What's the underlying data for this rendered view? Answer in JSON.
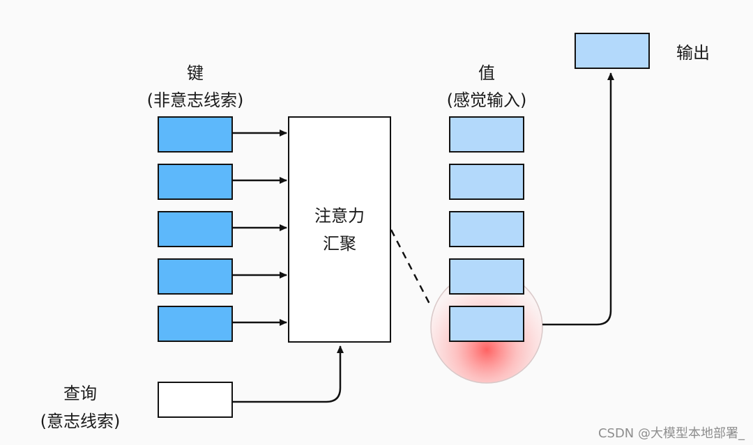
{
  "keys": {
    "title": "键",
    "subtitle": "(非意志线索)"
  },
  "values": {
    "title": "值",
    "subtitle": "(感觉输入)"
  },
  "query": {
    "title": "查询",
    "subtitle": "(意志线索)"
  },
  "attention_pooling": {
    "line1": "注意力",
    "line2": "汇聚"
  },
  "output": {
    "label": "输出"
  },
  "watermark": "CSDN @大模型本地部署_",
  "colors": {
    "key_fill": "#5db8fb",
    "value_fill": "#b3d9fb",
    "output_fill": "#b3d9fb",
    "highlight": "#ff6b6b"
  }
}
